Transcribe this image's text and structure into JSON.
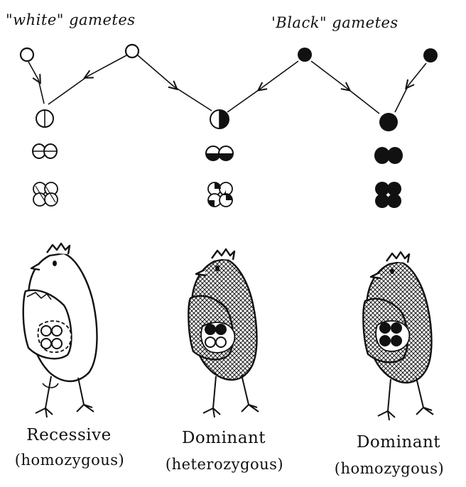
{
  "headers": {
    "white_gametes": "\"white\" gametes",
    "black_gametes": "'Black\" gametes"
  },
  "captions": [
    {
      "label": "Recessive",
      "sub": "(homozygous)"
    },
    {
      "label": "Dominant",
      "sub": "(heterozygous)"
    },
    {
      "label": "Dominant",
      "sub": "(homozygous)"
    }
  ],
  "colors": {
    "ink": "#111111",
    "paper": "#ffffff"
  },
  "icons": [
    "gamete-circle-icon",
    "zygote-icon",
    "hen-icon",
    "egg-icon",
    "arrow-icon"
  ]
}
